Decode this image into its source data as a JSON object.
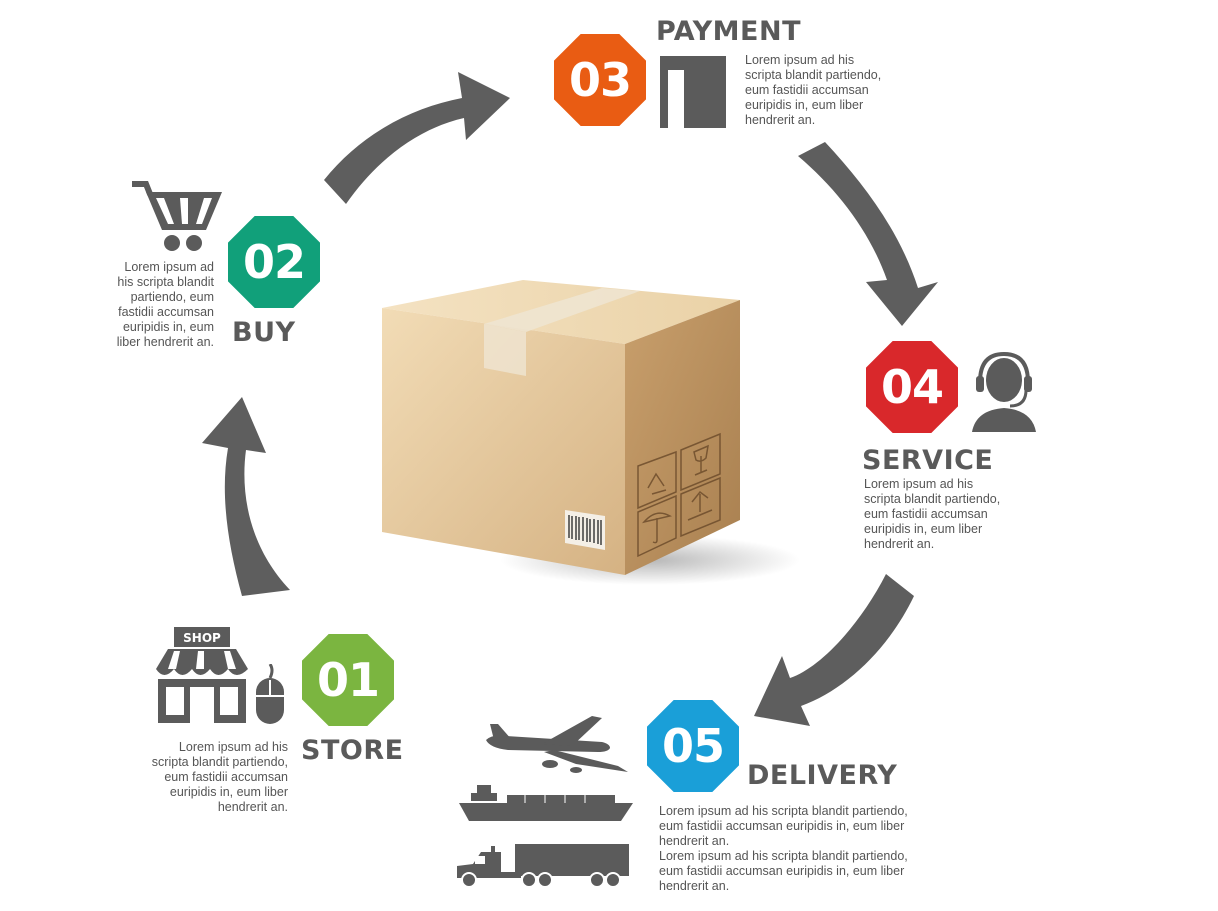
{
  "colors": {
    "step01": "#7bb540",
    "step02": "#11a07a",
    "step03": "#e95c13",
    "step04": "#d9282b",
    "step05": "#1a9fd8",
    "icon_gray": "#5b5b5b",
    "arrow_gray": "#5e5e5e",
    "box_tan": "#d8b685"
  },
  "steps": [
    {
      "number": "01",
      "title": "STORE",
      "text": "Lorem ipsum ad his scripta blandit partiendo, eum fastidii accumsan euripidis in, eum liber hendrerit an.",
      "icons": [
        "shop-icon",
        "mouse-icon"
      ],
      "shop_sign": "SHOP"
    },
    {
      "number": "02",
      "title": "BUY",
      "text": "Lorem ipsum ad his scripta blandit partiendo, eum fastidii accumsan euripidis in, eum liber hendrerit an.",
      "icons": [
        "shopping-cart-icon"
      ]
    },
    {
      "number": "03",
      "title": "PAYMENT",
      "text": "Lorem ipsum ad his scripta blandit partiendo, eum fastidii accumsan euripidis in, eum liber hendrerit an.",
      "icons": [
        "card-payment-icon"
      ]
    },
    {
      "number": "04",
      "title": "SERVICE",
      "text": "Lorem ipsum ad his scripta blandit partiendo, eum fastidii accumsan euripidis in, eum liber hendrerit an.",
      "icons": [
        "support-headset-icon"
      ]
    },
    {
      "number": "05",
      "title": "DELIVERY",
      "text": "Lorem ipsum ad his scripta blandit partiendo, eum fastidii accumsan euripidis in, eum liber hendrerit an.",
      "text2": "Lorem ipsum ad his scripta blandit partiendo, eum fastidii accumsan euripidis in, eum liber hendrerit an.",
      "icons": [
        "airplane-icon",
        "cargo-ship-icon",
        "truck-icon"
      ]
    }
  ],
  "center": {
    "image": "cardboard-box",
    "icons": [
      "recycle-icon",
      "fragile-glass-icon",
      "umbrella-icon",
      "this-side-up-icon",
      "barcode-icon"
    ]
  }
}
